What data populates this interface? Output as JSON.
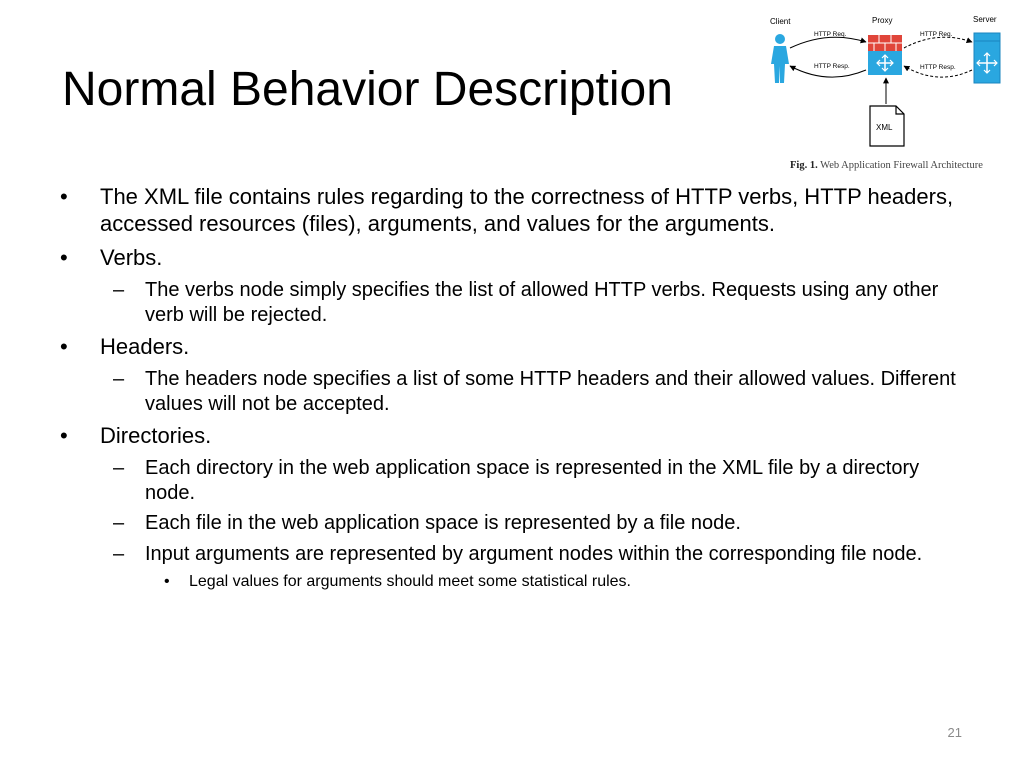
{
  "slide": {
    "title": "Normal Behavior Description",
    "page_number": "21"
  },
  "figure": {
    "client_label": "Client",
    "proxy_label": "Proxy",
    "server_label": "Server",
    "http_req_left": "HTTP Req.",
    "http_resp_left": "HTTP Resp.",
    "http_req_right": "HTTP Req.",
    "http_resp_right": "HTTP Resp.",
    "xml_label": "XML",
    "caption_prefix": "Fig. 1.",
    "caption_text": " Web Application Firewall Architecture"
  },
  "bullets": [
    {
      "level": 1,
      "marker": "•",
      "text": "The XML file contains rules regarding to the correctness of HTTP verbs, HTTP headers, accessed resources (files), arguments, and values for the arguments."
    },
    {
      "level": 1,
      "marker": "•",
      "text": "Verbs."
    },
    {
      "level": 2,
      "marker": "–",
      "text": "The verbs node simply specifies the list of allowed HTTP verbs. Requests using any other verb will be rejected."
    },
    {
      "level": 1,
      "marker": "•",
      "text": "Headers."
    },
    {
      "level": 2,
      "marker": "–",
      "text": "The headers node specifies a list of some HTTP headers and their allowed values. Different values will not be accepted."
    },
    {
      "level": 1,
      "marker": "•",
      "text": "Directories."
    },
    {
      "level": 2,
      "marker": "–",
      "text": "Each directory in the web application space is represented in the XML file by a directory node."
    },
    {
      "level": 2,
      "marker": "–",
      "text": "Each file in the web application space is represented by a file node."
    },
    {
      "level": 2,
      "marker": "–",
      "text": "Input arguments are represented by argument nodes within the corresponding file node."
    },
    {
      "level": 3,
      "marker": "•",
      "text": "Legal values for arguments should meet some statistical rules."
    }
  ]
}
